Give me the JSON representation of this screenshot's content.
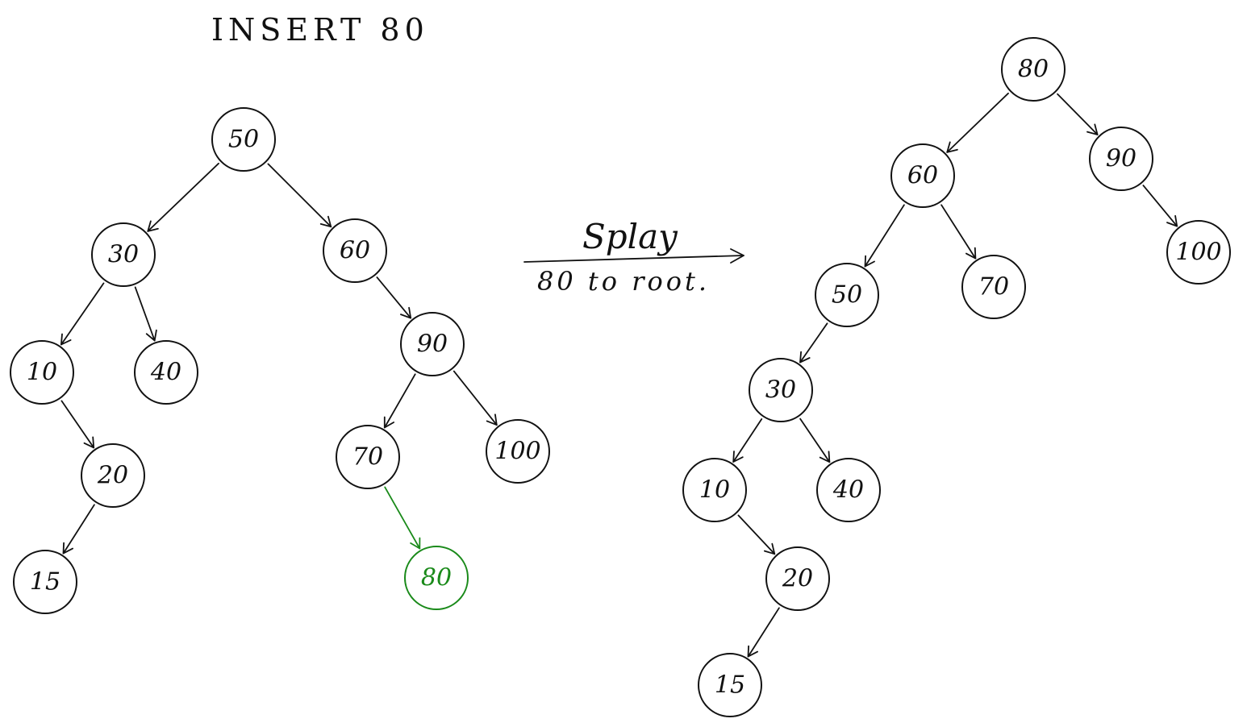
{
  "title": "INSERT 80",
  "operation": {
    "label": "Splay",
    "sublabel": "80 to root."
  },
  "colors": {
    "ink": "#111111",
    "highlight": "#1a8a1a"
  },
  "trees": [
    {
      "id": "before",
      "nodes": [
        {
          "id": "b50",
          "label": "50"
        },
        {
          "id": "b30",
          "label": "30"
        },
        {
          "id": "b60",
          "label": "60"
        },
        {
          "id": "b10",
          "label": "10"
        },
        {
          "id": "b40",
          "label": "40"
        },
        {
          "id": "b90",
          "label": "90"
        },
        {
          "id": "b20",
          "label": "20"
        },
        {
          "id": "b70",
          "label": "70"
        },
        {
          "id": "b100",
          "label": "100"
        },
        {
          "id": "b15",
          "label": "15"
        },
        {
          "id": "b80",
          "label": "80",
          "highlight": true
        }
      ],
      "edges": [
        {
          "from": "b50",
          "to": "b30"
        },
        {
          "from": "b50",
          "to": "b60"
        },
        {
          "from": "b30",
          "to": "b10"
        },
        {
          "from": "b30",
          "to": "b40"
        },
        {
          "from": "b10",
          "to": "b20"
        },
        {
          "from": "b20",
          "to": "b15"
        },
        {
          "from": "b60",
          "to": "b90"
        },
        {
          "from": "b90",
          "to": "b70"
        },
        {
          "from": "b90",
          "to": "b100"
        },
        {
          "from": "b70",
          "to": "b80",
          "highlight": true
        }
      ]
    },
    {
      "id": "after",
      "nodes": [
        {
          "id": "a80",
          "label": "80"
        },
        {
          "id": "a60",
          "label": "60"
        },
        {
          "id": "a90",
          "label": "90"
        },
        {
          "id": "a50",
          "label": "50"
        },
        {
          "id": "a70",
          "label": "70"
        },
        {
          "id": "a100",
          "label": "100"
        },
        {
          "id": "a30",
          "label": "30"
        },
        {
          "id": "a10",
          "label": "10"
        },
        {
          "id": "a40",
          "label": "40"
        },
        {
          "id": "a20",
          "label": "20"
        },
        {
          "id": "a15",
          "label": "15"
        }
      ],
      "edges": [
        {
          "from": "a80",
          "to": "a60"
        },
        {
          "from": "a80",
          "to": "a90"
        },
        {
          "from": "a60",
          "to": "a50"
        },
        {
          "from": "a60",
          "to": "a70"
        },
        {
          "from": "a90",
          "to": "a100"
        },
        {
          "from": "a50",
          "to": "a30"
        },
        {
          "from": "a30",
          "to": "a10"
        },
        {
          "from": "a30",
          "to": "a40"
        },
        {
          "from": "a10",
          "to": "a20"
        },
        {
          "from": "a20",
          "to": "a15"
        }
      ]
    }
  ]
}
